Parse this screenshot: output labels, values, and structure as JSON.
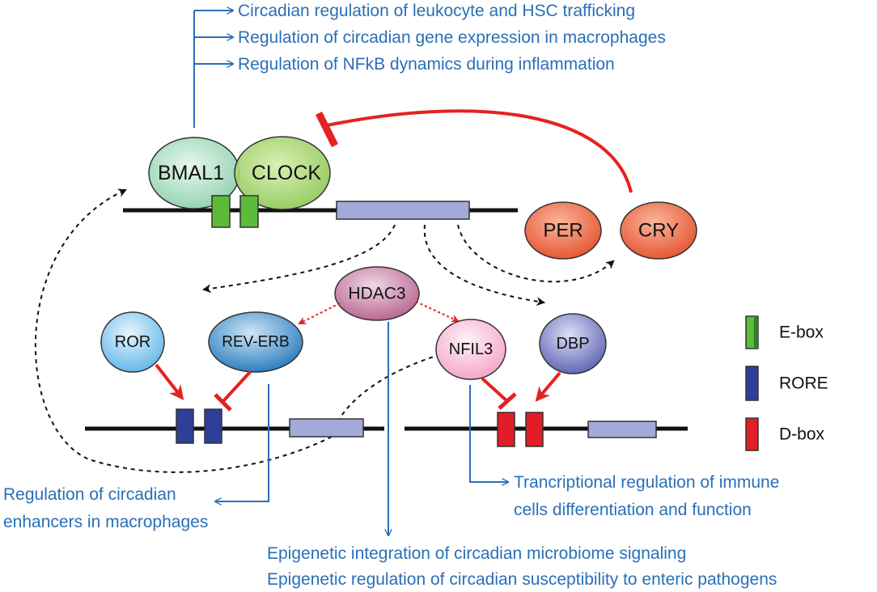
{
  "colors": {
    "blue_text": "#2a6fb7",
    "inhibit_red": "#e52222",
    "ebox_green": "#5dbb3a",
    "rore_blue": "#2e3f9a",
    "dbox_red": "#e21d25",
    "gene_box": "#a3a9d8"
  },
  "bmal1_outputs": [
    "Circadian regulation of leukocyte and HSC trafficking",
    "Regulation of circadian gene expression in macrophages",
    "Regulation of NFkB dynamics during inflammation"
  ],
  "nodes": {
    "bmal1": "BMAL1",
    "clock": "CLOCK",
    "per": "PER",
    "cry": "CRY",
    "hdac3": "HDAC3",
    "ror": "ROR",
    "reverb": "REV-ERB",
    "nfil3": "NFIL3",
    "dbp": "DBP"
  },
  "legend": {
    "ebox": "E-box",
    "rore": "RORE",
    "dbox": "D-box"
  },
  "reverb_output": [
    "Regulation of circadian",
    "enhancers in macrophages"
  ],
  "nfil3_output": [
    "Trancriptional regulation of immune",
    "cells differentiation and function"
  ],
  "hdac3_output": [
    "Epigenetic integration of circadian microbiome signaling",
    "Epigenetic regulation of circadian susceptibility to enteric pathogens"
  ]
}
